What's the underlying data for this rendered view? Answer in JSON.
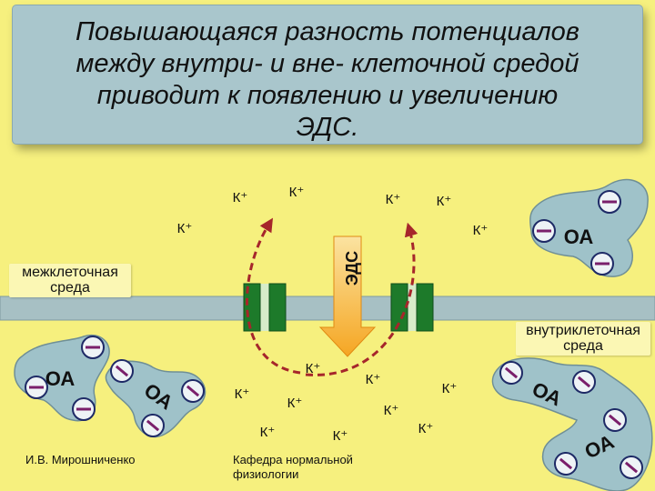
{
  "title": {
    "lines": [
      "Повышающаяся разность потенциалов",
      "между внутри- и вне- клеточной средой",
      "приводит к появлению и увеличению",
      "ЭДС."
    ]
  },
  "labels": {
    "extracellular": [
      "межклеточная",
      "среда"
    ],
    "intracellular": [
      "внутриклеточная",
      "среда"
    ],
    "emf": "ЭДС",
    "anion": "ОА"
  },
  "ions": {
    "potassium": "К⁺"
  },
  "credits": {
    "author": "И.В. Мирошниченко",
    "department": [
      "Кафедра нормальной",
      "физиологии"
    ]
  },
  "colors": {
    "background": "#f6f07e",
    "membrane": "#a7c0c4",
    "channel": "#1d7a2a",
    "anion_blob": "#9fc2c9",
    "arrow_dashed": "#a6262b",
    "emf_arrow": "#f5a623"
  }
}
